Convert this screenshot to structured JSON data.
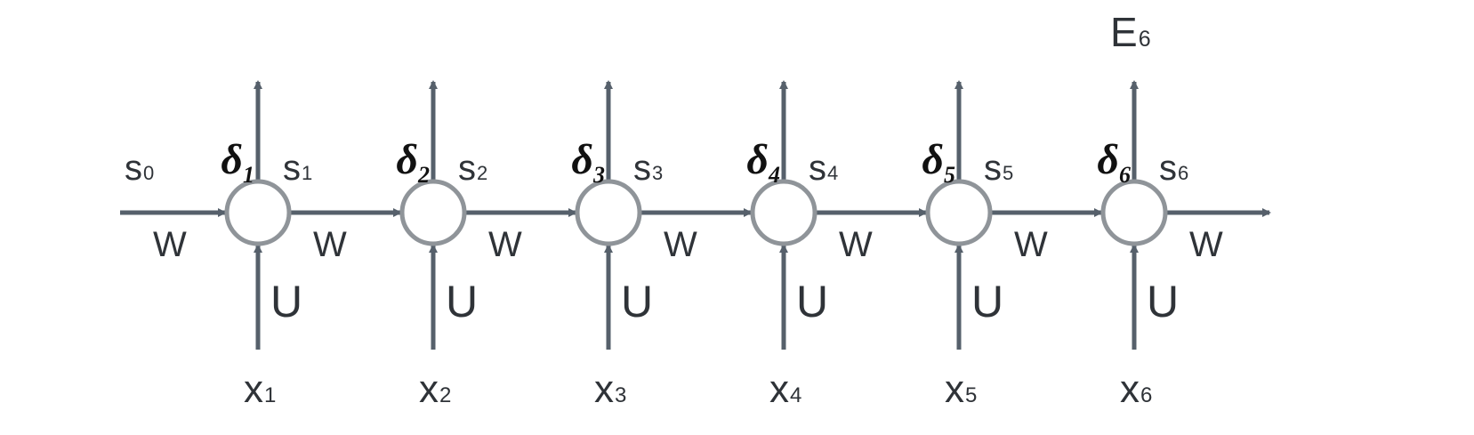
{
  "diagram": {
    "output_label": {
      "main": "E",
      "sub": "6"
    },
    "initial_state": {
      "main": "s",
      "sub": "0"
    },
    "recurrent_weight": "W",
    "input_weight": "U",
    "delta_symbol": "δ",
    "cells": [
      {
        "delta_sub": "1",
        "state": {
          "main": "s",
          "sub": "1"
        },
        "input": {
          "main": "x",
          "sub": "1"
        }
      },
      {
        "delta_sub": "2",
        "state": {
          "main": "s",
          "sub": "2"
        },
        "input": {
          "main": "x",
          "sub": "2"
        }
      },
      {
        "delta_sub": "3",
        "state": {
          "main": "s",
          "sub": "3"
        },
        "input": {
          "main": "x",
          "sub": "3"
        }
      },
      {
        "delta_sub": "4",
        "state": {
          "main": "s",
          "sub": "4"
        },
        "input": {
          "main": "x",
          "sub": "4"
        }
      },
      {
        "delta_sub": "5",
        "state": {
          "main": "s",
          "sub": "5"
        },
        "input": {
          "main": "x",
          "sub": "5"
        }
      },
      {
        "delta_sub": "6",
        "state": {
          "main": "s",
          "sub": "6"
        },
        "input": {
          "main": "x",
          "sub": "6"
        }
      }
    ],
    "colors": {
      "arrow": "#56606b",
      "node_stroke": "#8f9499",
      "text": "#2f3338",
      "delta": "#111111"
    }
  }
}
